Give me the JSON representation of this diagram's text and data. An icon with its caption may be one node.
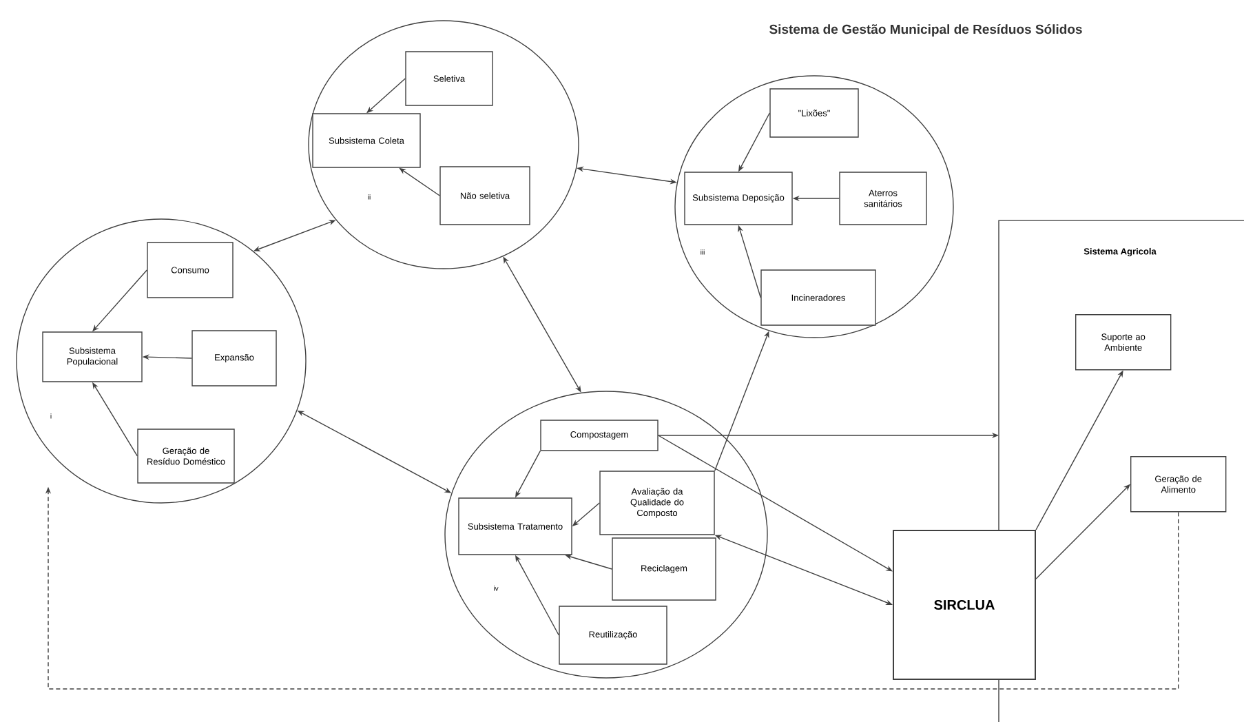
{
  "diagram": {
    "title": "Sistema de Gestão Municipal de Resíduos Sólidos",
    "nodes": [
      {
        "text": [
          "i"
        ]
      },
      {
        "text": [
          "Consumo"
        ],
        "in": 0
      },
      {
        "text": [
          "Subsistema Populacional"
        ],
        "in": 0
      },
      {
        "text": [
          "Expansão"
        ],
        "in": 0
      },
      {
        "text": [
          "Geração de Resíduo Doméstico"
        ],
        "in": 0
      },
      {
        "text": [
          "ii"
        ]
      },
      {
        "text": [
          "Seletiva"
        ],
        "in": 5
      },
      {
        "text": [
          "Subsistema Coleta"
        ],
        "in": 5
      },
      {
        "text": [
          "Não seletiva"
        ],
        "in": 5
      },
      {
        "text": [
          "iii"
        ]
      },
      {
        "text": [
          "\"Lixões\""
        ],
        "in": 9
      },
      {
        "text": [
          "Subsistema Deposição"
        ],
        "in": 9
      },
      {
        "text": [
          "Aterros sanitários"
        ],
        "in": 9
      },
      {
        "text": [
          "Incineradores"
        ],
        "in": 9
      },
      {
        "text": [
          "iv"
        ]
      },
      {
        "text": [
          "Compostagem"
        ],
        "in": 14
      },
      {
        "text": [
          "Avaliação da Qualidade do Composto"
        ],
        "in": 14
      },
      {
        "text": [
          "Subsistema Tratamento"
        ],
        "in": 14
      },
      {
        "text": [
          "Reciclagem"
        ],
        "in": 14
      },
      {
        "text": [
          "Reutilização"
        ],
        "in": 14
      },
      {
        "text": [
          "Sistema Agricola"
        ]
      },
      {
        "text": [
          "Suporte ao Ambiente"
        ],
        "in": 20
      },
      {
        "text": [
          "Geração de Alimento"
        ],
        "in": 20
      },
      {
        "text": [
          "SIRCLUA"
        ]
      }
    ],
    "edges": [
      {
        "from": 1,
        "to": 2,
        "arrow": "to"
      },
      {
        "from": 3,
        "to": 2,
        "arrow": "to"
      },
      {
        "from": 4,
        "to": 2,
        "arrow": "to"
      },
      {
        "from": 0,
        "to": 5,
        "arrow": "both"
      },
      {
        "from": 5,
        "to": 9,
        "arrow": "both"
      },
      {
        "from": 5,
        "to": 14,
        "arrow": "both"
      },
      {
        "from": 0,
        "to": 14,
        "arrow": "both"
      },
      {
        "from": 6,
        "to": 7,
        "arrow": "to"
      },
      {
        "from": 8,
        "to": 7,
        "arrow": "to"
      },
      {
        "from": 10,
        "to": 11,
        "arrow": "to"
      },
      {
        "from": 12,
        "to": 11,
        "arrow": "to"
      },
      {
        "from": 13,
        "to": 11,
        "arrow": "to"
      },
      {
        "from": 15,
        "to": 17,
        "arrow": "to"
      },
      {
        "from": 16,
        "to": 17,
        "arrow": "to"
      },
      {
        "from": 18,
        "to": 17,
        "arrow": "to"
      },
      {
        "from": 19,
        "to": 17,
        "arrow": "to"
      },
      {
        "from": 16,
        "to": 9,
        "arrow": "to"
      },
      {
        "from": 15,
        "to": 20,
        "arrow": "to"
      },
      {
        "from": 15,
        "to": 23,
        "arrow": "to"
      },
      {
        "from": 16,
        "to": 23,
        "arrow": "both"
      },
      {
        "from": 23,
        "to": 21,
        "arrow": "to"
      },
      {
        "from": 23,
        "to": 22,
        "arrow": "to"
      },
      {
        "from": 22,
        "to": 0,
        "arrow": "to",
        "style": "dashed"
      }
    ]
  }
}
